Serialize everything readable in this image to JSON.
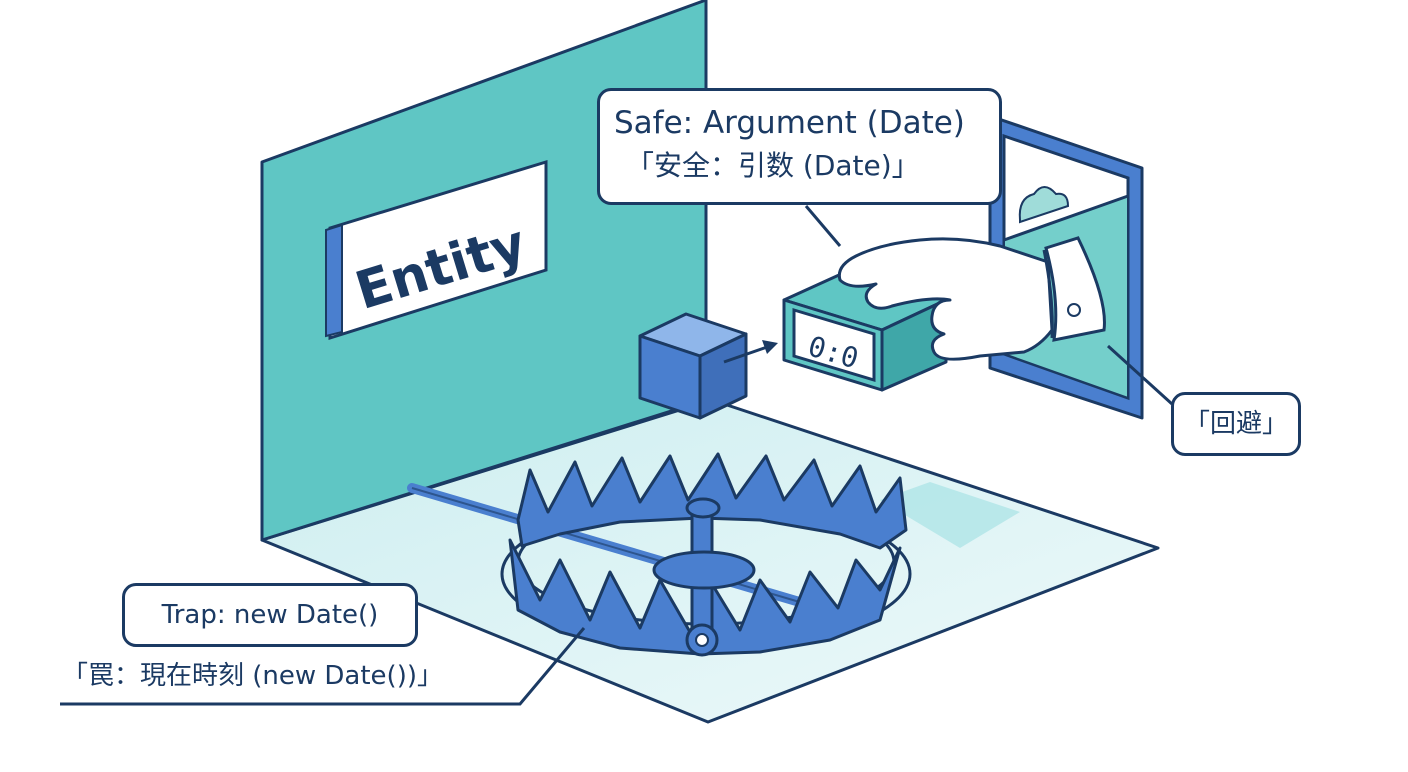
{
  "entity": {
    "label": "Entity"
  },
  "clock": {
    "display": "0:0"
  },
  "callouts": {
    "safe": {
      "line1": "Safe: Argument (Date)",
      "line2": "「安全：引数 (Date)」"
    },
    "avoid": {
      "label": "「回避」"
    },
    "trap": {
      "line1": "Trap: new Date()",
      "line2": "「罠：現在時刻 (new Date())」"
    }
  },
  "icons": [
    "entity-wall-icon",
    "cube-icon",
    "arrow-icon",
    "digital-clock-icon",
    "hand-icon",
    "window-icon",
    "bear-trap-icon"
  ],
  "colors": {
    "outline": "#1b3a63",
    "wall_teal": "#5fc6c4",
    "floor": "#dff3f5",
    "trap_blue": "#4a7fcf",
    "window_frame": "#4a7fcf"
  }
}
